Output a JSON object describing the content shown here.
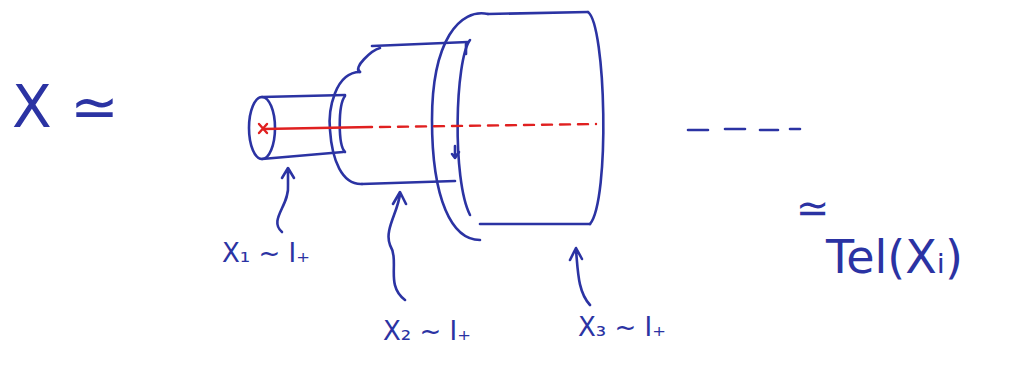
{
  "diagram": {
    "labels": [
      "X ≃",
      "X₁ ~ I₊",
      "X₂ ~ I₊",
      "X₃ ~ I₊",
      "≃",
      "Tel(Xᵢ)"
    ]
  }
}
